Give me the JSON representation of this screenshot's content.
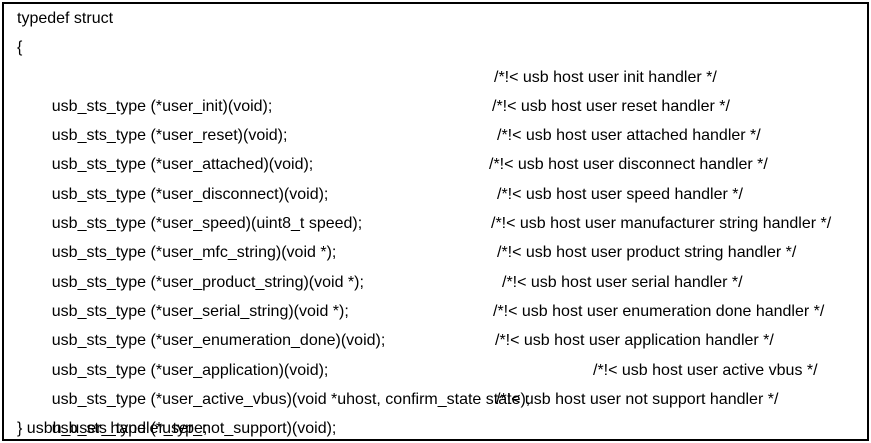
{
  "code_block": {
    "header": "typedef struct",
    "open_brace": "{",
    "footer": "} usbh_user_handler_type;",
    "lines": [
      {
        "code": "usb_sts_type (*user_init)(void);",
        "comment": "/*!< usb host user init handler */"
      },
      {
        "code": "usb_sts_type (*user_reset)(void);",
        "comment": "/*!< usb host user reset handler */"
      },
      {
        "code": "usb_sts_type (*user_attached)(void);",
        "comment": "/*!< usb host user attached handler */"
      },
      {
        "code": "usb_sts_type (*user_disconnect)(void);",
        "comment": "/*!< usb host user disconnect handler */"
      },
      {
        "code": "usb_sts_type (*user_speed)(uint8_t speed);",
        "comment": "/*!< usb host user speed handler */"
      },
      {
        "code": "usb_sts_type (*user_mfc_string)(void *);",
        "comment": "/*!< usb host user manufacturer string handler */"
      },
      {
        "code": "usb_sts_type (*user_product_string)(void *);",
        "comment": "/*!< usb host user product string handler */"
      },
      {
        "code": "usb_sts_type (*user_serial_string)(void *);",
        "comment": "/*!< usb host user serial handler */"
      },
      {
        "code": "usb_sts_type (*user_enumeration_done)(void);",
        "comment": "/*!< usb host user enumeration done handler */"
      },
      {
        "code": "usb_sts_type (*user_application)(void);",
        "comment": "/*!< usb host user application handler */"
      },
      {
        "code": "usb_sts_type (*user_active_vbus)(void *uhost, confirm_state state);",
        "comment": "/*!< usb host user active vbus */"
      },
      {
        "code": "usb_sts_type (*user_not_support)(void);",
        "comment": "/*!< usb host user not support handler */"
      }
    ],
    "colors": {
      "text": "#000000",
      "background": "#ffffff",
      "border": "#000000"
    }
  }
}
